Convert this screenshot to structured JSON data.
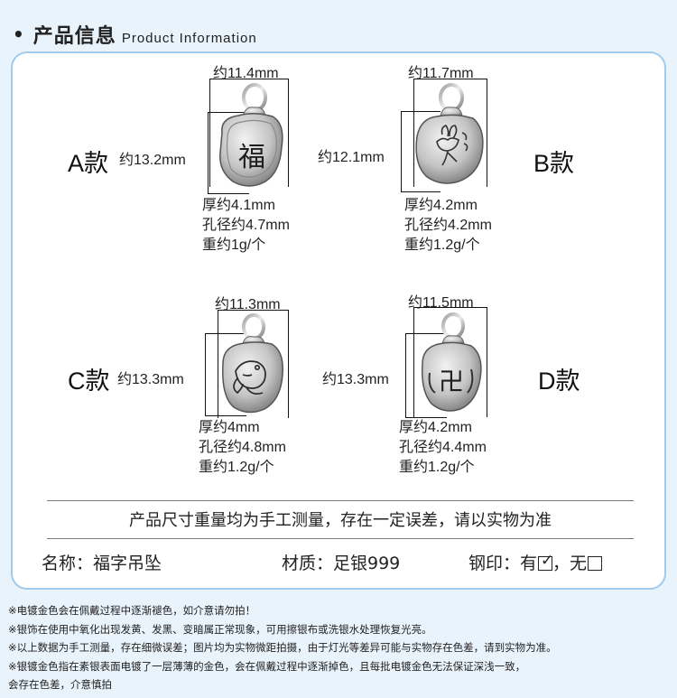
{
  "header": {
    "bullet": "•",
    "title_cn": "产品信息",
    "title_en": "Product Information"
  },
  "products": [
    {
      "label": "A款",
      "width": "约11.4mm",
      "height": "约13.2mm",
      "thickness": "厚约4.1mm",
      "hole": "孔径约4.7mm",
      "weight": "重约1g/个",
      "glyph": "福",
      "icon": "fu-character-pendant-icon"
    },
    {
      "label": "B款",
      "width": "约11.7mm",
      "height": "约12.1mm",
      "thickness": "厚约4.2mm",
      "hole": "孔径约4.2mm",
      "weight": "重约1.2g/个",
      "glyph": "",
      "icon": "lotus-flower-pendant-icon"
    },
    {
      "label": "C款",
      "width": "约11.3mm",
      "height": "约13.3mm",
      "thickness": "厚约4mm",
      "hole": "孔径约4.8mm",
      "weight": "重约1.2g/个",
      "glyph": "",
      "icon": "koi-fish-pendant-icon"
    },
    {
      "label": "D款",
      "width": "约11.5mm",
      "height": "约13.3mm",
      "thickness": "厚约4.2mm",
      "hole": "孔径约4.4mm",
      "weight": "重约1.2g/个",
      "glyph": "卍",
      "icon": "swastika-symbol-pendant-icon"
    }
  ],
  "measure_note": "产品尺寸重量均为手工测量，存在一定误差，请以实物为准",
  "info": {
    "name": "名称：福字吊坠",
    "material": "材质：足银999",
    "stamp_label": "钢印：有",
    "stamp_yes_mark": "✓",
    "stamp_no": "，无"
  },
  "notes": [
    "※电镀金色会在佩戴过程中逐渐褪色，如介意请勿拍！",
    "※银饰在使用中氧化出现发黄、发黑、变暗属正常现象，可用擦银布或洗银水处理恢复光亮。",
    "※以上数据为手工测量，存在细微误差；图片均为实物微距拍摄，由于灯光等差异可能与实物存在色差，请到实物为准。",
    "※银镀金色指在素银表面电镀了一层薄薄的金色，会在佩戴过程中逐渐掉色，且每批电镀金色无法保证深浅一致，",
    "会存在色差，介意慎拍"
  ],
  "colors": {
    "page_bg": "#e9f3fb",
    "panel_border": "#9fcbee",
    "silver": "#c9c9c9",
    "silver_dark": "#6f6f6f"
  }
}
